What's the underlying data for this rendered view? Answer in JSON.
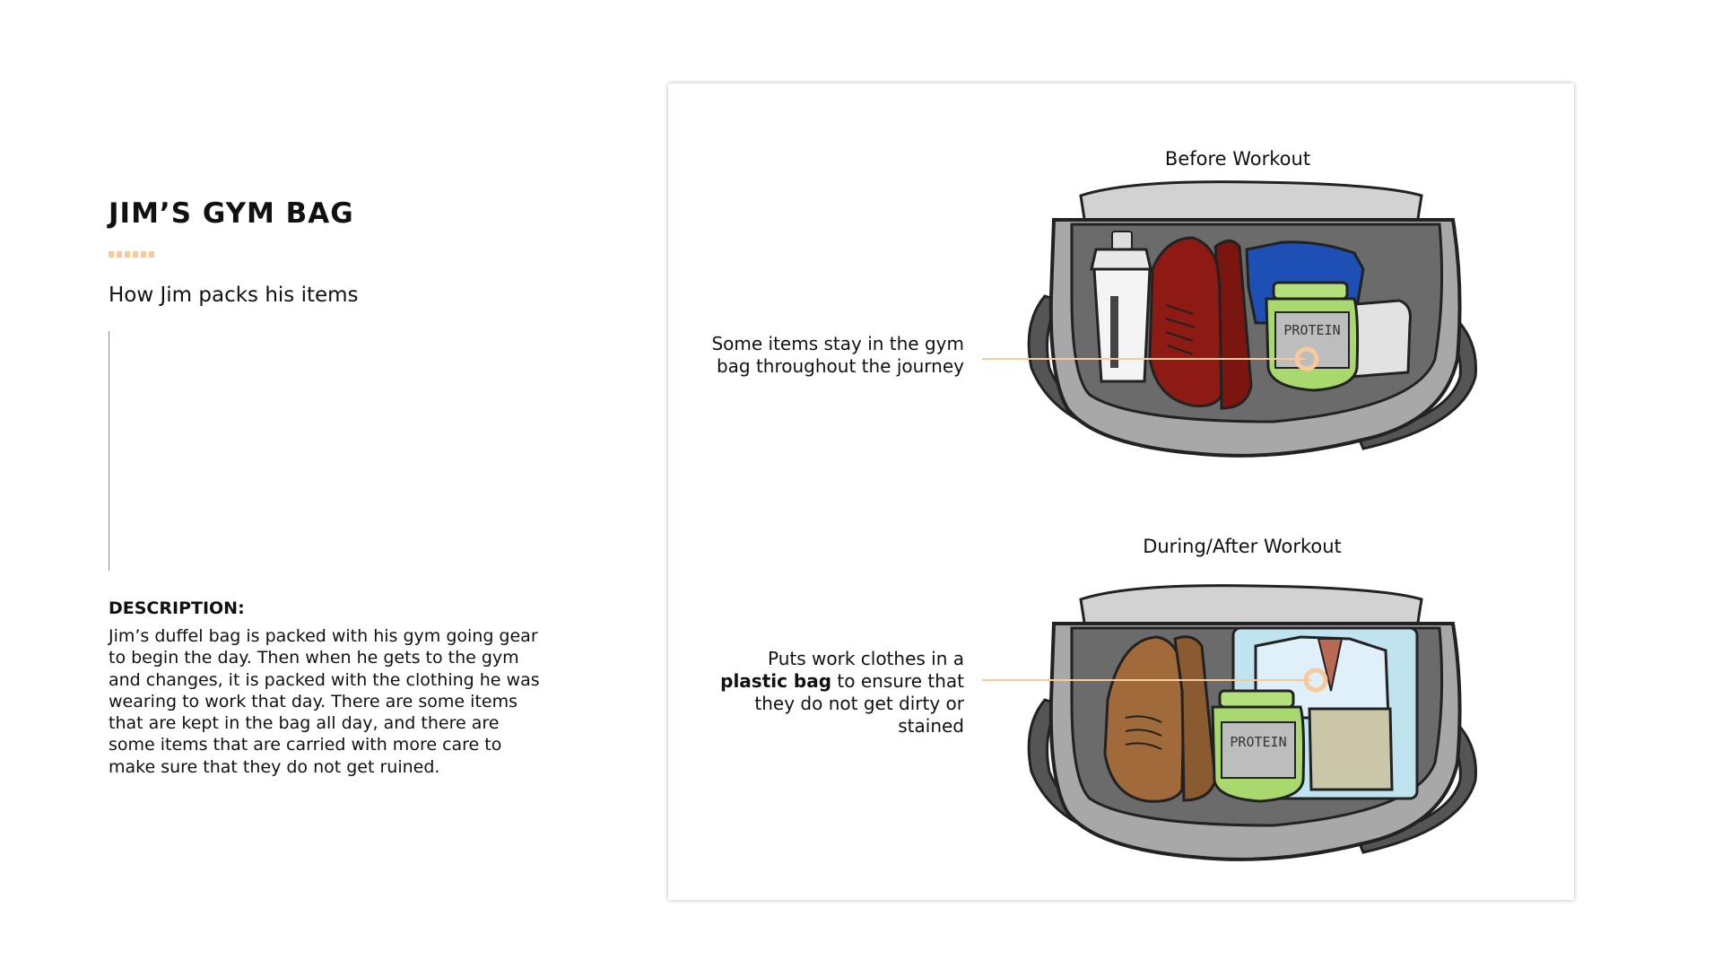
{
  "header": {
    "title": "JIM’S GYM BAG",
    "subtitle": "How Jim packs his items"
  },
  "description": {
    "heading": "DESCRIPTION:",
    "body": "Jim’s duffel bag is packed with his gym going gear to begin the day. Then when he gets to the gym and changes, it is packed with the clothing he was wearing to work that day. There are some items that are kept in the bag all day, and there are some items that are carried with more care to make sure that they do not get ruined."
  },
  "illustration": {
    "before": {
      "caption": "Before Workout",
      "callout": "Some items stay in the gym bag throughout the journey",
      "jar_label": "PROTEIN"
    },
    "during": {
      "caption": "During/After Workout",
      "callout_pre": "Puts work clothes in a",
      "callout_bold": "plastic bag",
      "callout_post": "to ensure that they do not get dirty or stained",
      "jar_label": "PROTEIN"
    }
  },
  "colors": {
    "accent": "#f8c99a",
    "bag_outer": "#9a9a9a",
    "bag_inner": "#6b6b6b",
    "shoe_red": "#8e1a14",
    "shirt_blue": "#1e4fb5",
    "jar_green": "#a8d86e",
    "shoe_brown": "#a06a3a",
    "plastic_bag": "#bfe3ef"
  }
}
